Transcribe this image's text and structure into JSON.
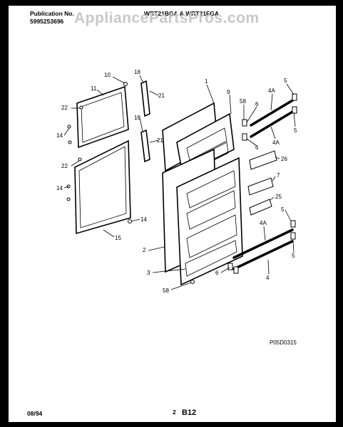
{
  "header": {
    "publication_label": "Publication No.",
    "publication_number": "5995253696",
    "model_title": "WRT21BGA & WRT21FGA"
  },
  "watermark": "AppliancePartsPros.com",
  "callouts": [
    "10",
    "11",
    "18",
    "21",
    "22",
    "14",
    "22",
    "14",
    "15",
    "14",
    "18",
    "21",
    "1",
    "9",
    "58",
    "6",
    "4A",
    "5",
    "5",
    "4A",
    "6",
    "26",
    "7",
    "25",
    "2",
    "3",
    "6",
    "58",
    "5",
    "4A",
    "5",
    "4"
  ],
  "diagram_code": "P05D0315",
  "footer": {
    "date": "08/94",
    "page_prefix": "2",
    "page_code": "B12"
  }
}
